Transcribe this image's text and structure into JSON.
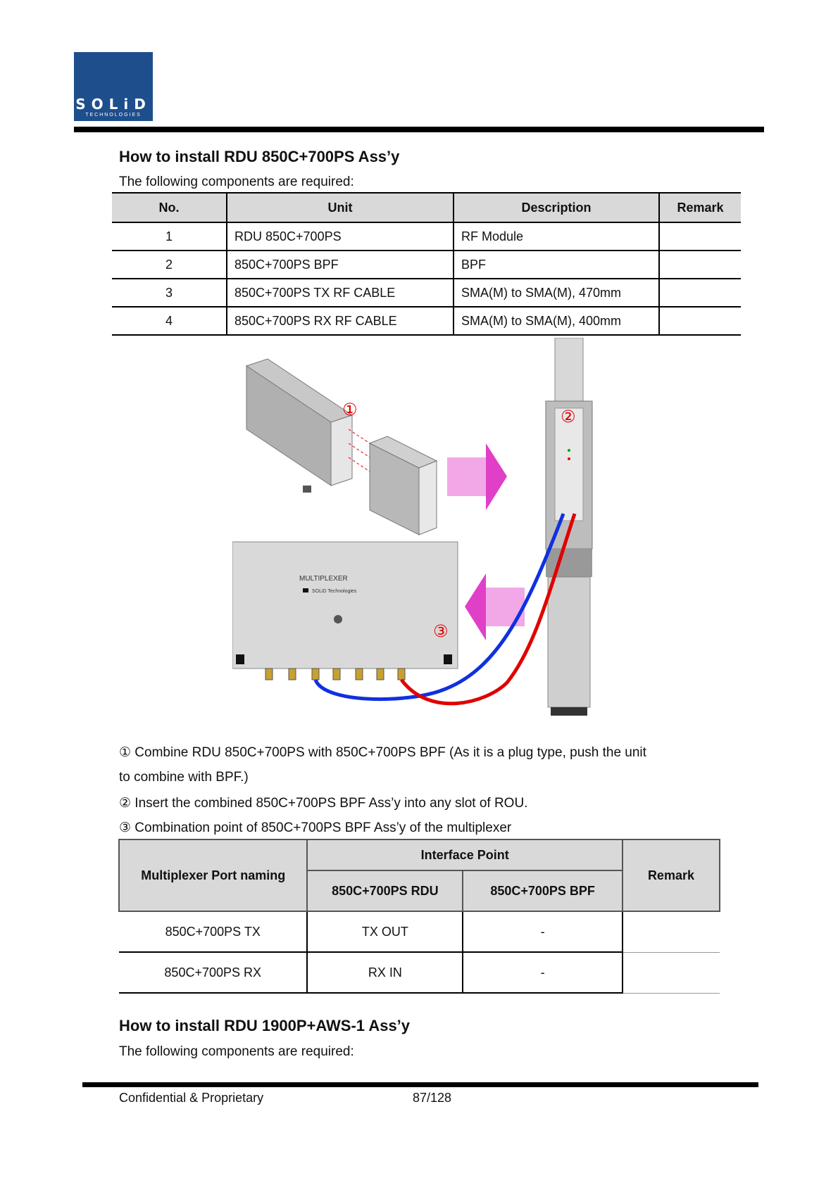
{
  "logo": {
    "text": "SOLiD",
    "subtext": "TECHNOLOGIES"
  },
  "section1": {
    "title": "How to install RDU 850C+700PS Ass’y",
    "intro": "The following components are required:",
    "table": {
      "headers": [
        "No.",
        "Unit",
        "Description",
        "Remark"
      ],
      "rows": [
        [
          "1",
          "RDU 850C+700PS",
          "RF Module",
          ""
        ],
        [
          "2",
          "850C+700PS BPF",
          "BPF",
          ""
        ],
        [
          "3",
          "850C+700PS TX RF CABLE",
          "SMA(M) to SMA(M), 470mm",
          ""
        ],
        [
          "4",
          "850C+700PS RX RF CABLE",
          "SMA(M) to SMA(M), 400mm",
          ""
        ]
      ]
    }
  },
  "figure": {
    "callouts": [
      "①",
      "②",
      "③"
    ],
    "multiplexer_label": "MULTIPLEXER",
    "brand_label": "SOLiD Technologies"
  },
  "notes": [
    "① Combine RDU 850C+700PS with 850C+700PS BPF (As it is a plug type, push the unit",
    "to combine with BPF.)",
    "② Insert the combined 850C+700PS BPF Ass’y into any slot of ROU.",
    "③ Combination point of 850C+700PS BPF Ass’y of the multiplexer"
  ],
  "table2": {
    "col1": "Multiplexer Port naming",
    "group": "Interface Point",
    "sub1": "850C+700PS RDU",
    "sub2": "850C+700PS BPF",
    "remark": "Remark",
    "rows": [
      [
        "850C+700PS TX",
        "TX OUT",
        "-",
        ""
      ],
      [
        "850C+700PS RX",
        "RX IN",
        "-",
        ""
      ]
    ]
  },
  "section2": {
    "title": "How to install RDU 1900P+AWS-1 Ass’y",
    "intro": "The following components are required:"
  },
  "footer": {
    "left": "Confidential & Proprietary",
    "page": "87/128"
  },
  "colors": {
    "logo_bg": "#1f4e8c",
    "header_gray": "#d9d9d9",
    "tx_cable": "#e00000",
    "rx_cable": "#1030e0",
    "arrow": "#e040c8"
  }
}
